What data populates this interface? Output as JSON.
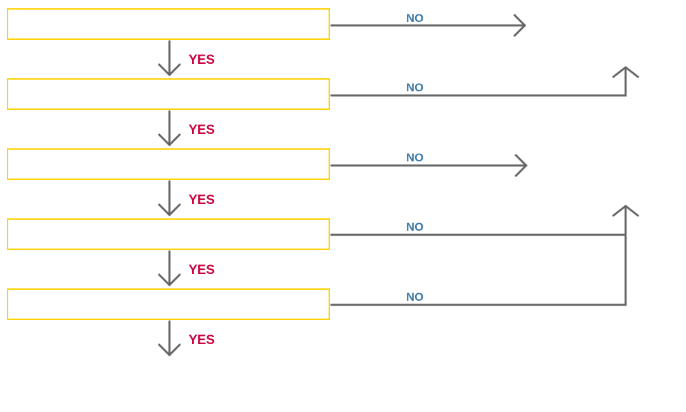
{
  "diagram": {
    "colors": {
      "box_border": "#ffd200",
      "arrow": "#666666",
      "yes_label": "#c8003c",
      "no_label": "#3a78a8"
    },
    "steps": [
      {
        "text": ""
      },
      {
        "text": ""
      },
      {
        "text": ""
      },
      {
        "text": ""
      },
      {
        "text": ""
      }
    ],
    "yes_labels": [
      "YES",
      "YES",
      "YES",
      "YES",
      "YES"
    ],
    "no_labels": [
      "NO",
      "NO",
      "NO",
      "NO",
      "NO"
    ]
  }
}
